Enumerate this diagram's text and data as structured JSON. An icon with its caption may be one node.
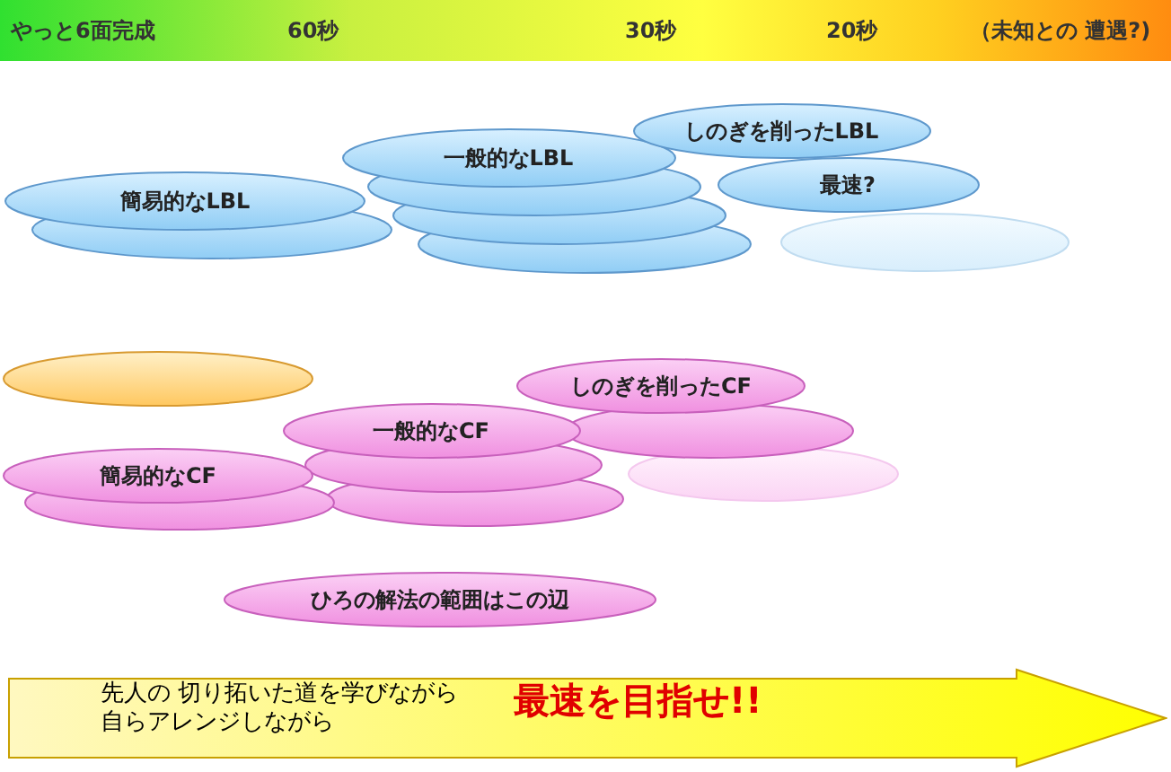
{
  "diagram": {
    "nodes": [
      {
        "text": [
          "やっと6面完成",
          "60秒",
          "30秒",
          "20秒",
          "（未知との 遭遇?)"
        ]
      },
      {
        "text": [
          "簡易的なLBL"
        ]
      },
      {
        "text": [
          "一般的なLBL"
        ]
      },
      {
        "text": [
          "しのぎを削ったLBL"
        ]
      },
      {
        "text": [
          "最速?"
        ]
      },
      {
        "text": [],
        "shape": "ellipse"
      },
      {
        "text": [],
        "shape": "ellipse"
      },
      {
        "text": [
          "しのぎを削ったCF"
        ]
      },
      {
        "text": [],
        "shape": "ellipse"
      },
      {
        "text": [
          "一般的なCF"
        ]
      },
      {
        "text": [
          "簡易的なCF"
        ]
      },
      {
        "text": [
          "ひろの解法の範囲はこの辺"
        ]
      },
      {
        "text": [
          "先人の 切り拓いた道を学びながら自らアレンジしながら",
          "最速を目指せ!!"
        ]
      }
    ]
  }
}
